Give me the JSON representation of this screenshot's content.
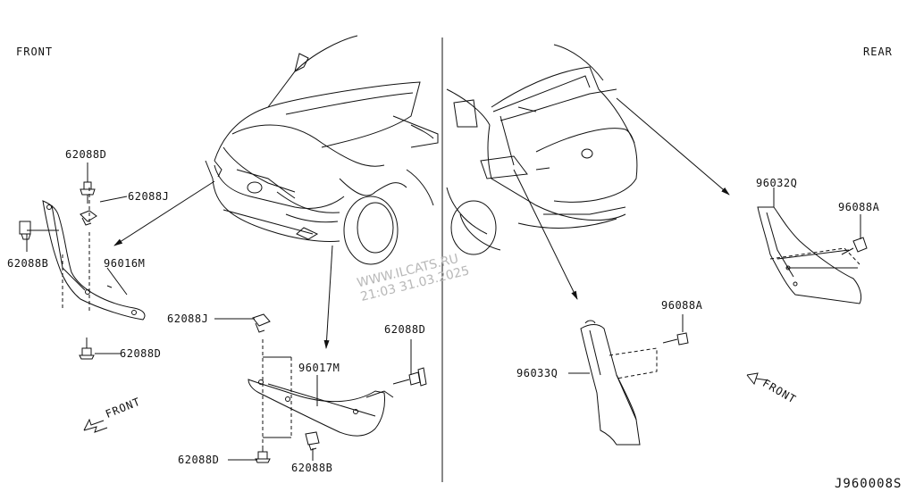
{
  "views": {
    "front_label": "FRONT",
    "rear_label": "REAR"
  },
  "front_arrows": {
    "left": "FRONT",
    "right": "FRONT"
  },
  "watermark": {
    "site": "WWW.ILCATS.RU",
    "datetime": "21:03 31.03.2025"
  },
  "diagram_code": "J960008S",
  "parts": {
    "p62088D_top": "62088D",
    "p62088J_top": "62088J",
    "p62088B_left": "62088B",
    "p96016M": "96016M",
    "p62088D_left_bottom": "62088D",
    "p62088J_mid": "62088J",
    "p96017M": "96017M",
    "p62088D_mid_right": "62088D",
    "p62088D_bottom": "62088D",
    "p62088B_bottom": "62088B",
    "p96032Q": "96032Q",
    "p96088A_right": "96088A",
    "p96088A_mid": "96088A",
    "p96033Q": "96033Q"
  }
}
